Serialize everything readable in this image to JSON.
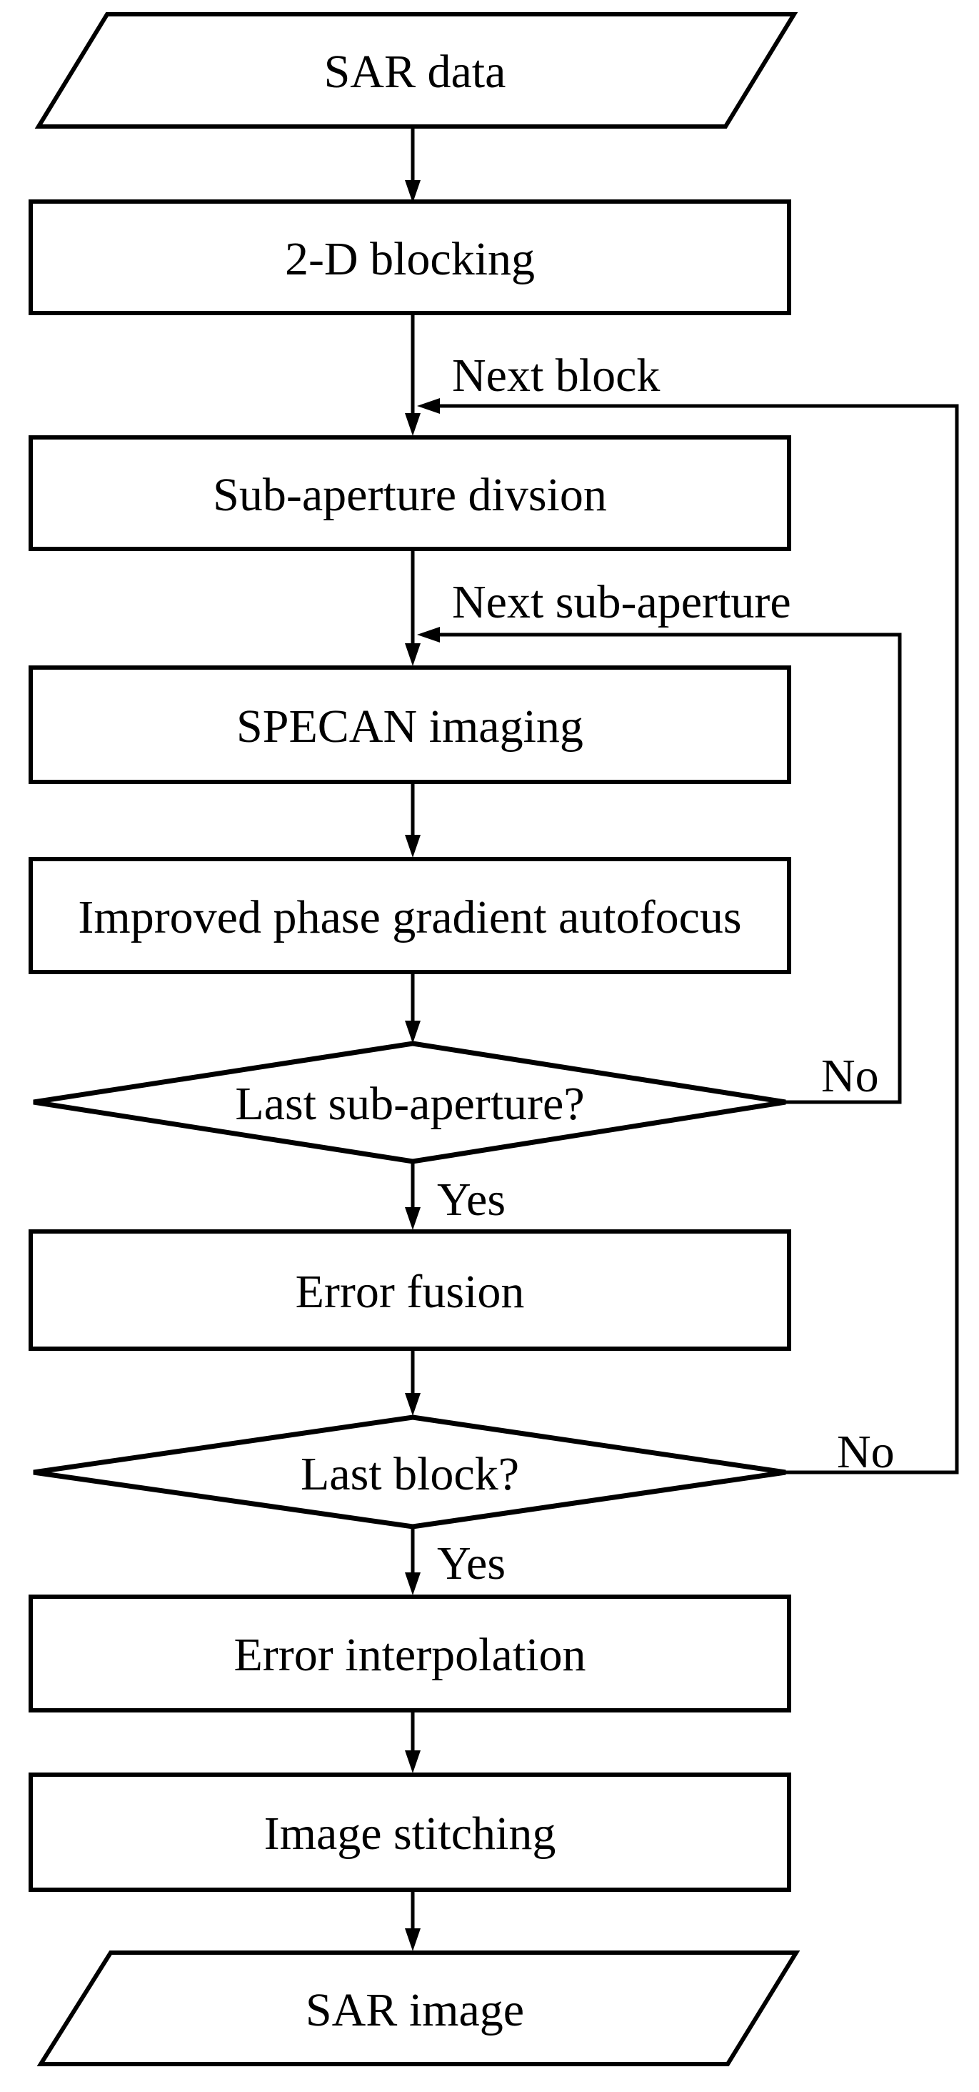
{
  "diagram": {
    "title": "SAR processing flowchart",
    "colors": {
      "background": "#ffffff",
      "stroke": "#000000",
      "text": "#000000"
    },
    "nodes": [
      {
        "id": "sar-data",
        "shape": "parallelogram",
        "label": "SAR data"
      },
      {
        "id": "2d-blocking",
        "shape": "process",
        "label": "2-D blocking"
      },
      {
        "id": "sub-aperture-division",
        "shape": "process",
        "label": "Sub-aperture divsion"
      },
      {
        "id": "specan-imaging",
        "shape": "process",
        "label": "SPECAN imaging"
      },
      {
        "id": "improved-pga",
        "shape": "process",
        "label": "Improved phase gradient autofocus"
      },
      {
        "id": "last-sub-aperture",
        "shape": "decision",
        "label": "Last sub-aperture?"
      },
      {
        "id": "error-fusion",
        "shape": "process",
        "label": "Error fusion"
      },
      {
        "id": "last-block",
        "shape": "decision",
        "label": "Last block?"
      },
      {
        "id": "error-interpolation",
        "shape": "process",
        "label": "Error interpolation"
      },
      {
        "id": "image-stitching",
        "shape": "process",
        "label": "Image stitching"
      },
      {
        "id": "sar-image",
        "shape": "parallelogram",
        "label": "SAR image"
      }
    ],
    "edge_labels": {
      "next_block": "Next block",
      "next_sub_aperture": "Next sub-aperture",
      "yes_sub_aperture": "Yes",
      "no_sub_aperture": "No",
      "yes_block": "Yes",
      "no_block": "No"
    }
  }
}
